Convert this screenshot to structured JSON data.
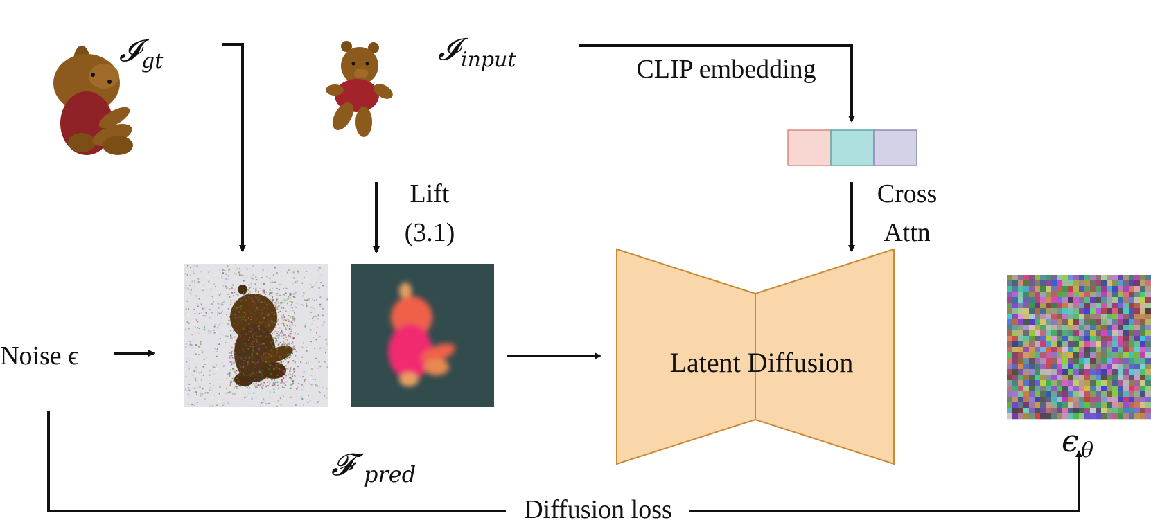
{
  "labels": {
    "i_gt_main": "𝓘",
    "i_gt_sub": "gt",
    "i_input_main": "𝓘",
    "i_input_sub": "input",
    "clip_embedding": "CLIP embedding",
    "lift_line1": "Lift",
    "lift_line2": "(3.1)",
    "cross_line1": "Cross",
    "cross_line2": "Attn",
    "noise": "Noise ϵ",
    "latent_diffusion": "Latent Diffusion",
    "f_pred_main": "𝓕",
    "f_pred_sub": "pred",
    "eps_theta_main": "ϵ",
    "eps_theta_sub": "θ",
    "diffusion_loss": "Diffusion loss"
  },
  "colors": {
    "arrow": "#111111",
    "embed_1": "#f8d6d2",
    "embed_1_border": "#d98a80",
    "embed_2": "#afe0e0",
    "embed_2_border": "#5da7a7",
    "embed_3": "#d3d2e6",
    "embed_3_border": "#8d8ab8",
    "unet_fill": "#f9d7ab",
    "unet_border": "#c98a35",
    "feature_bg": "#324b4d",
    "bear_body": "#8b5a1c",
    "bear_shirt": "#9c2327"
  },
  "icons": [
    "teddy-bear-gt-image",
    "teddy-bear-input-image",
    "noisy-image",
    "feature-image",
    "noise-prediction-image"
  ]
}
